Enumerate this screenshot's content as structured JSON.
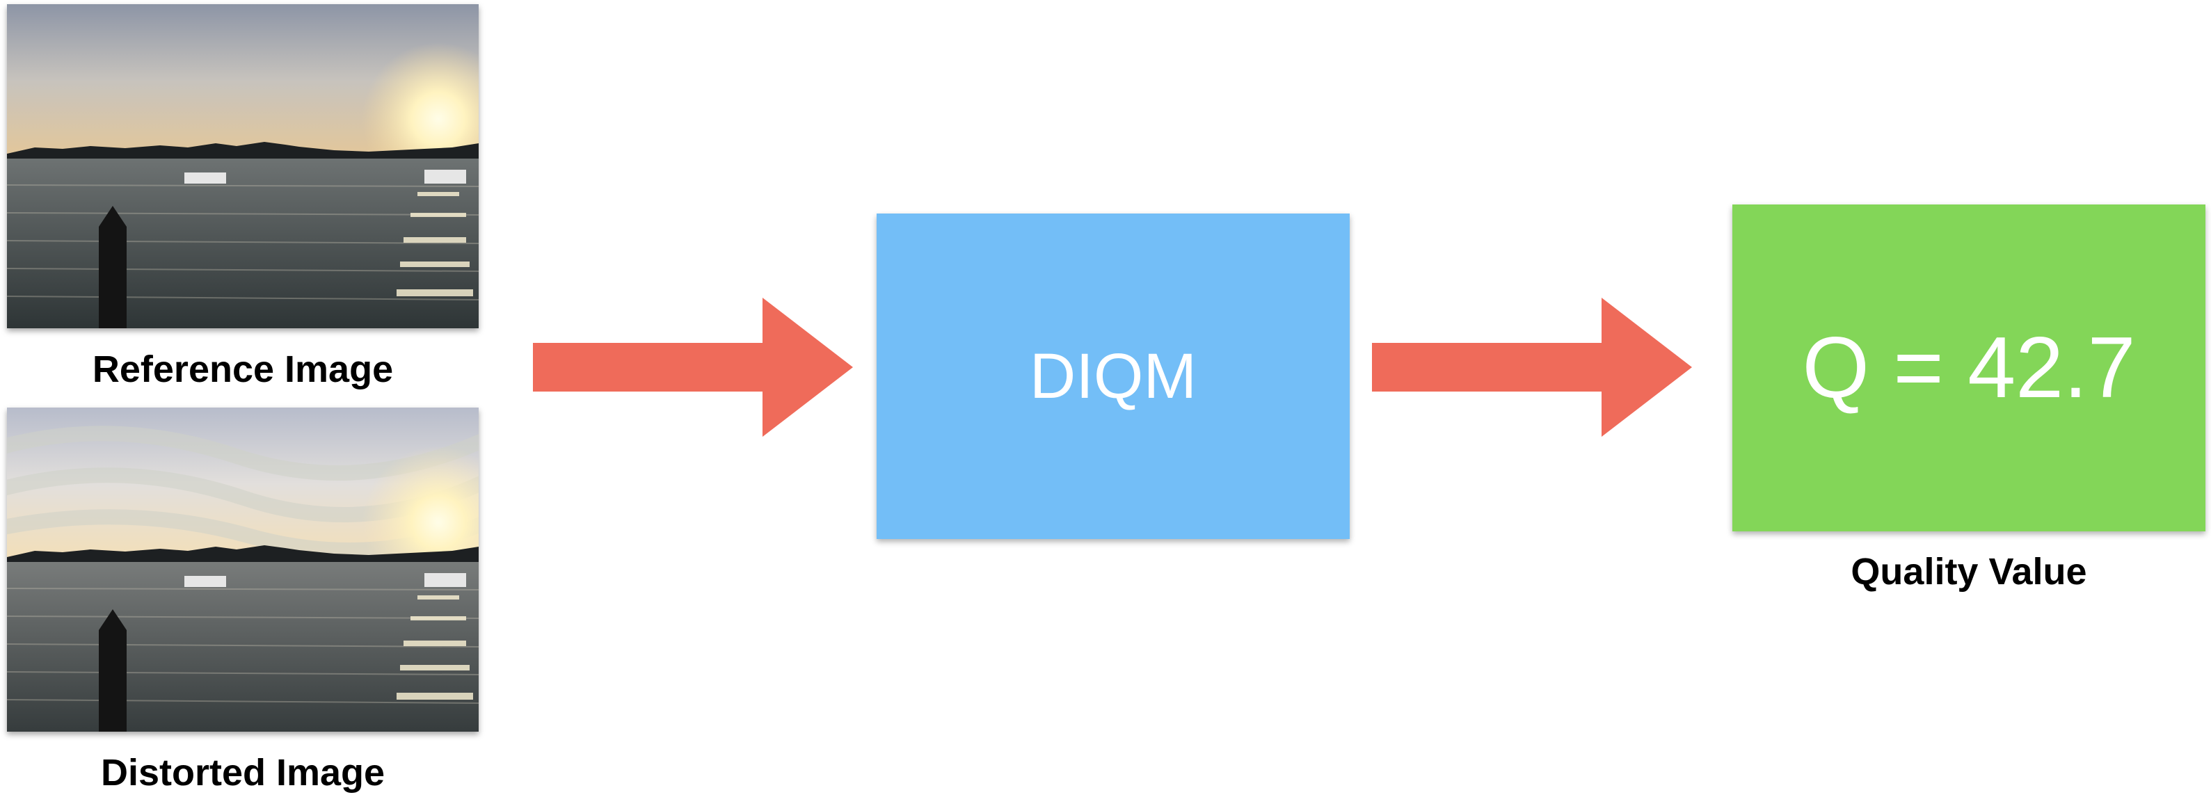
{
  "reference": {
    "caption": "Reference Image"
  },
  "distorted": {
    "caption": "Distorted Image"
  },
  "process": {
    "label": "DIQM"
  },
  "output": {
    "value_text": "Q = 42.7",
    "caption": "Quality Value"
  },
  "colors": {
    "arrow": "#ef6b5a",
    "process_box": "#73bef7",
    "output_box": "#83d658",
    "box_text": "#ffffff"
  }
}
